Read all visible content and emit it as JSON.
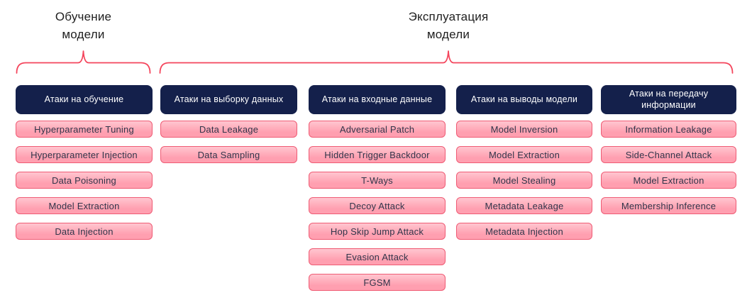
{
  "labels": {
    "training": "Обучение\nмодели",
    "exploitation": "Эксплуатация\nмодели"
  },
  "colors": {
    "header_bg": "#14204B",
    "header_text": "#FFFFFF",
    "item_bg_top": "#FFC6D0",
    "item_bg_bottom": "#FF9FB0",
    "item_border": "#EF5B74",
    "item_text": "#30354A",
    "brace": "#F4455C",
    "label_text": "#1F1F1F",
    "background": "#FFFFFF"
  },
  "columns": [
    {
      "header": "Атаки на обучение",
      "items": [
        "Hyperparameter Tuning",
        "Hyperparameter Injection",
        "Data Poisoning",
        "Model Extraction",
        "Data Injection"
      ]
    },
    {
      "header": "Атаки на выборку данных",
      "items": [
        "Data Leakage",
        "Data Sampling"
      ]
    },
    {
      "header": "Атаки на входные данные",
      "items": [
        "Adversarial Patch",
        "Hidden Trigger Backdoor",
        "T-Ways",
        "Decoy Attack",
        "Hop Skip Jump Attack",
        "Evasion Attack",
        "FGSM"
      ]
    },
    {
      "header": "Атаки на выводы модели",
      "items": [
        "Model Inversion",
        "Model Extraction",
        "Model Stealing",
        "Metadata Leakage",
        "Metadata Injection"
      ]
    },
    {
      "header": "Атаки на передачу информации",
      "items": [
        "Information Leakage",
        "Side-Channel Attack",
        "Model Extraction",
        "Membership Inference"
      ]
    }
  ]
}
